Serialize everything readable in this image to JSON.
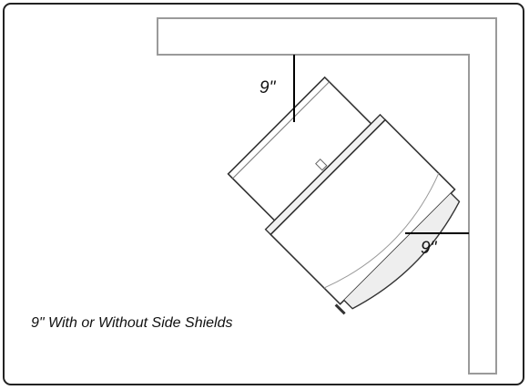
{
  "dimensions": {
    "top_clearance": "9\"",
    "side_clearance": "9\""
  },
  "caption": "9\" With or Without Side Shields",
  "colors": {
    "wall_stroke": "#9a9a9a",
    "unit_stroke": "#333333",
    "dimension_line": "#000000"
  }
}
